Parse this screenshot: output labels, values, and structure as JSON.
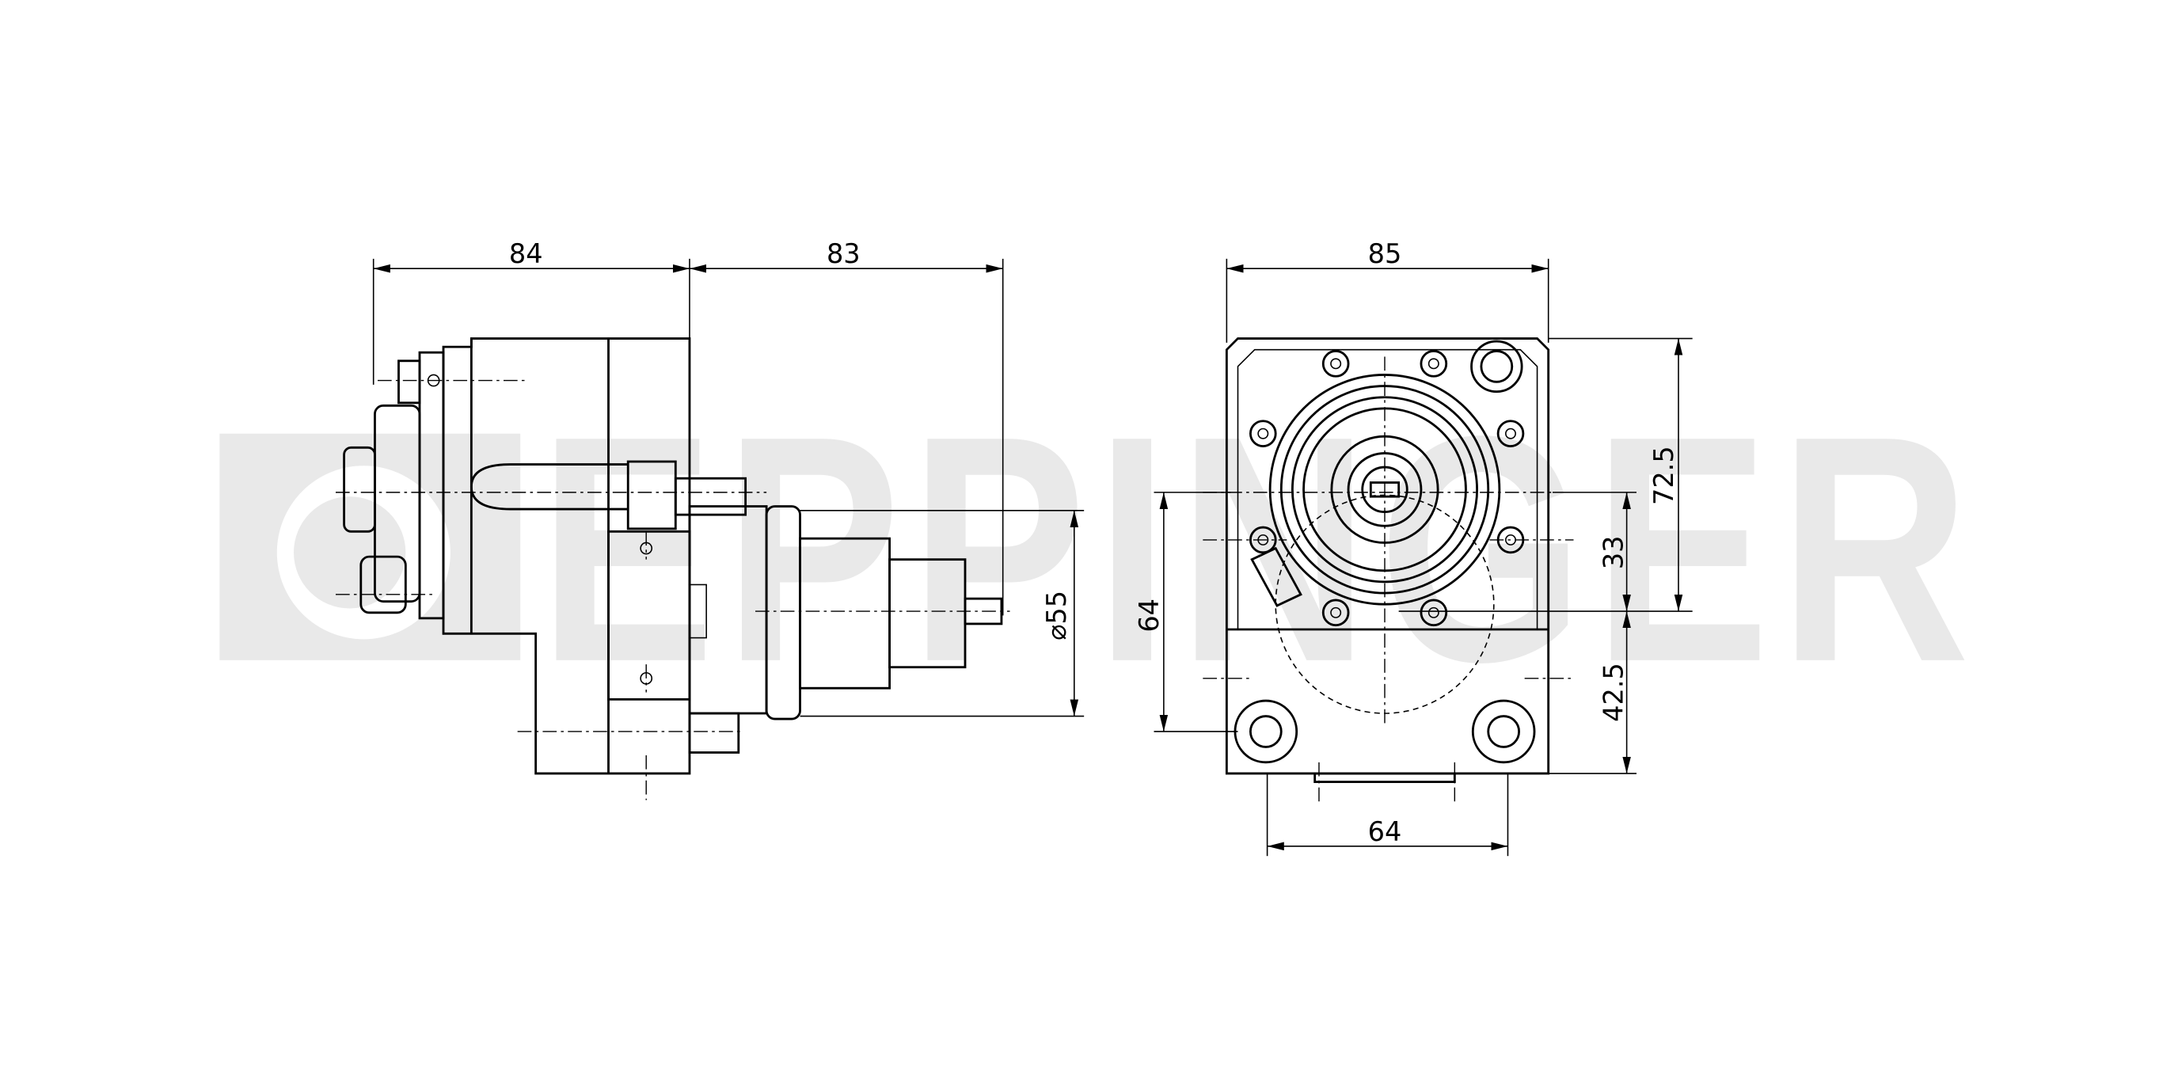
{
  "watermark": {
    "text": "EPPINGER",
    "color": "#e9e9e9"
  },
  "side_view": {
    "dimensions": {
      "length_rear": "84",
      "length_front": "83",
      "diameter": "⌀55"
    }
  },
  "front_view": {
    "dimensions": {
      "width": "85",
      "height_top": "72.5",
      "center_offset": "33",
      "height_bottom": "42.5",
      "vertical_spacing": "64",
      "horizontal_spacing": "64"
    }
  }
}
